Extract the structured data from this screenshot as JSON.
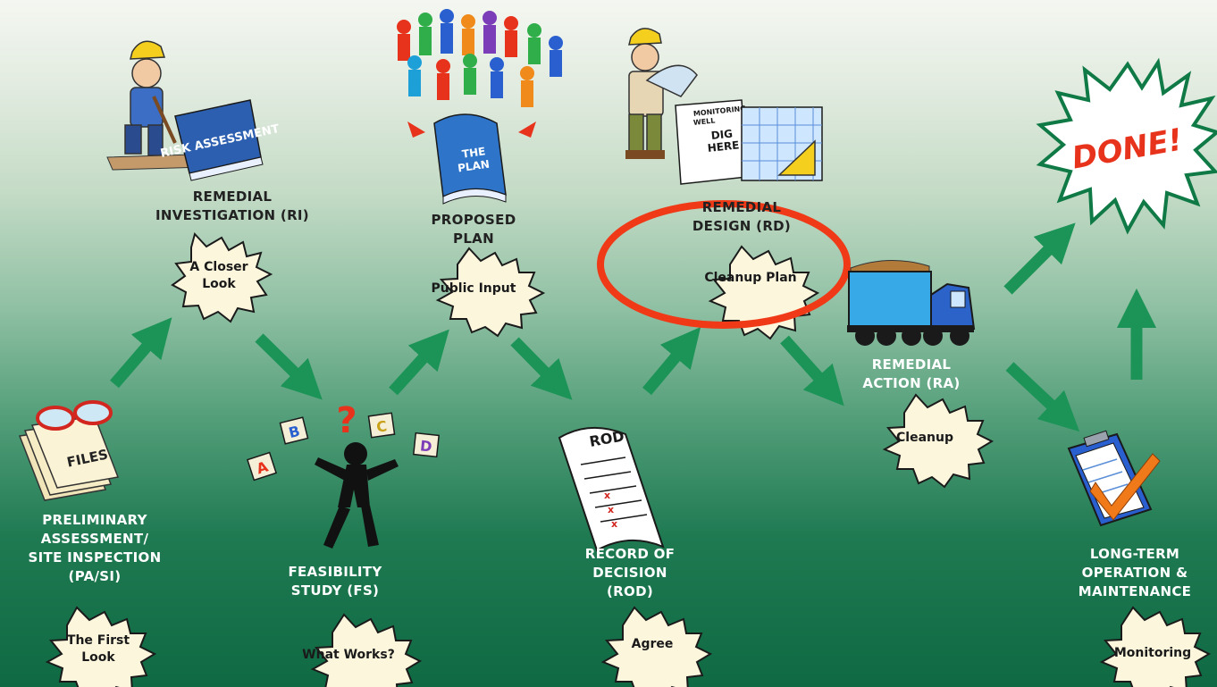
{
  "stages": {
    "ri": {
      "title_lines": [
        "REMEDIAL",
        "INVESTIGATION (RI)"
      ],
      "bubble_lines": [
        "A Closer",
        "Look"
      ]
    },
    "pp": {
      "title_lines": [
        "PROPOSED",
        "PLAN"
      ],
      "bubble_lines": [
        "Public Input"
      ]
    },
    "rd": {
      "title_lines": [
        "REMEDIAL",
        "DESIGN (RD)"
      ],
      "bubble_lines": [
        "Cleanup Plan"
      ]
    },
    "ra": {
      "title_lines": [
        "REMEDIAL",
        "ACTION (RA)"
      ],
      "bubble_lines": [
        "Cleanup"
      ]
    },
    "pasi": {
      "title_lines": [
        "PRELIMINARY",
        "ASSESSMENT/",
        "SITE INSPECTION",
        "(PA/SI)"
      ],
      "bubble_lines": [
        "The First",
        "Look"
      ]
    },
    "fs": {
      "title_lines": [
        "FEASIBILITY",
        "STUDY (FS)"
      ],
      "bubble_lines": [
        "What Works?"
      ]
    },
    "rod": {
      "title_lines": [
        "RECORD OF",
        "DECISION",
        "(ROD)"
      ],
      "bubble_lines": [
        "Agree"
      ]
    },
    "ltom": {
      "title_lines": [
        "LONG-TERM",
        "OPERATION &",
        "MAINTENANCE"
      ],
      "bubble_lines": [
        "Monitoring"
      ]
    }
  },
  "done_text": "DONE!",
  "illustration_text": {
    "files": "FILES",
    "risk_assessment": "RISK ASSESSMENT",
    "the_plan": [
      "THE",
      "PLAN"
    ],
    "monitoring_well": [
      "MONITORING",
      "WELL"
    ],
    "dig_here": [
      "DIG",
      "HERE"
    ],
    "rod_doc": "ROD",
    "letters": [
      "A",
      "B",
      "C",
      "D"
    ],
    "question": "?"
  },
  "colors": {
    "highlight_circle": "#f03a17",
    "arrow_green": "#1d9457",
    "done_red": "#e8331c",
    "check_orange": "#f07a1a"
  }
}
